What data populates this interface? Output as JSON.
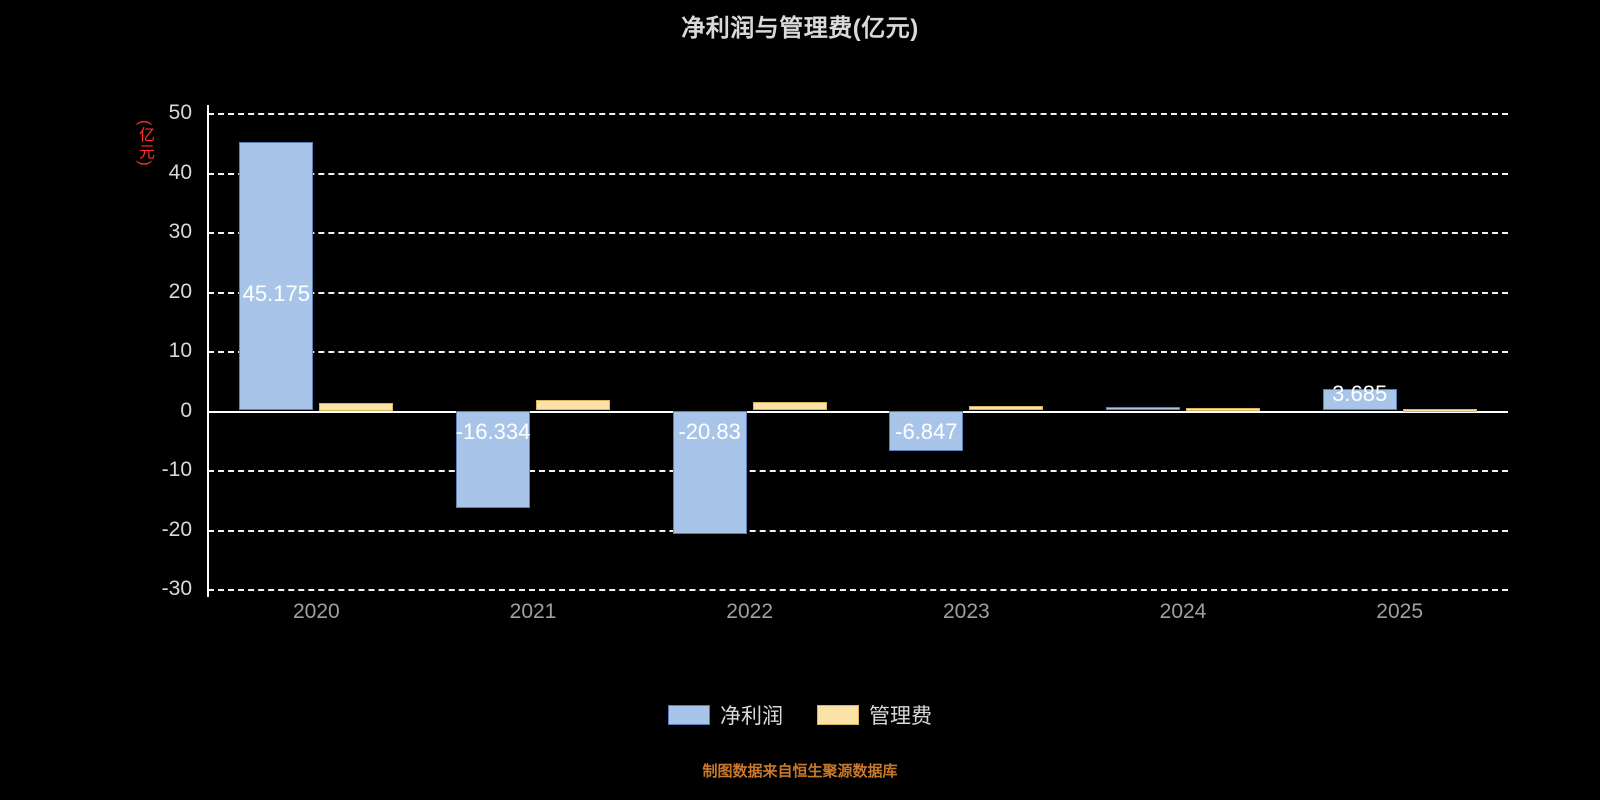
{
  "chart_data": {
    "type": "bar",
    "title": "净利润与管理费(亿元)",
    "xlabel": "",
    "ylabel": "(亿元)",
    "categories": [
      "2020",
      "2021",
      "2022",
      "2023",
      "2024",
      "2025"
    ],
    "ylim": [
      -30,
      50
    ],
    "yticks": [
      50,
      40,
      30,
      20,
      10,
      0,
      -10,
      -20,
      -30
    ],
    "grid": true,
    "legend_position": "bottom",
    "series": [
      {
        "name": "净利润",
        "color": "#a8c4e8",
        "values": [
          45.175,
          -16.334,
          -20.83,
          -6.847,
          0.622,
          3.685
        ],
        "labels": [
          "45.175",
          "-16.334",
          "-20.83",
          "-6.847",
          "",
          "3.685"
        ]
      },
      {
        "name": "管理费",
        "color": "#fbe2a7",
        "values": [
          1.25,
          1.75,
          1.35,
          0.75,
          0.42,
          0.25
        ],
        "labels": [
          "",
          "",
          "",
          "",
          "",
          ""
        ]
      }
    ]
  },
  "legend": {
    "items": [
      {
        "label": "净利润",
        "key": "profit"
      },
      {
        "label": "管理费",
        "key": "expense"
      }
    ]
  },
  "footnote": {
    "text": "制图数据来自恒生聚源数据库"
  }
}
